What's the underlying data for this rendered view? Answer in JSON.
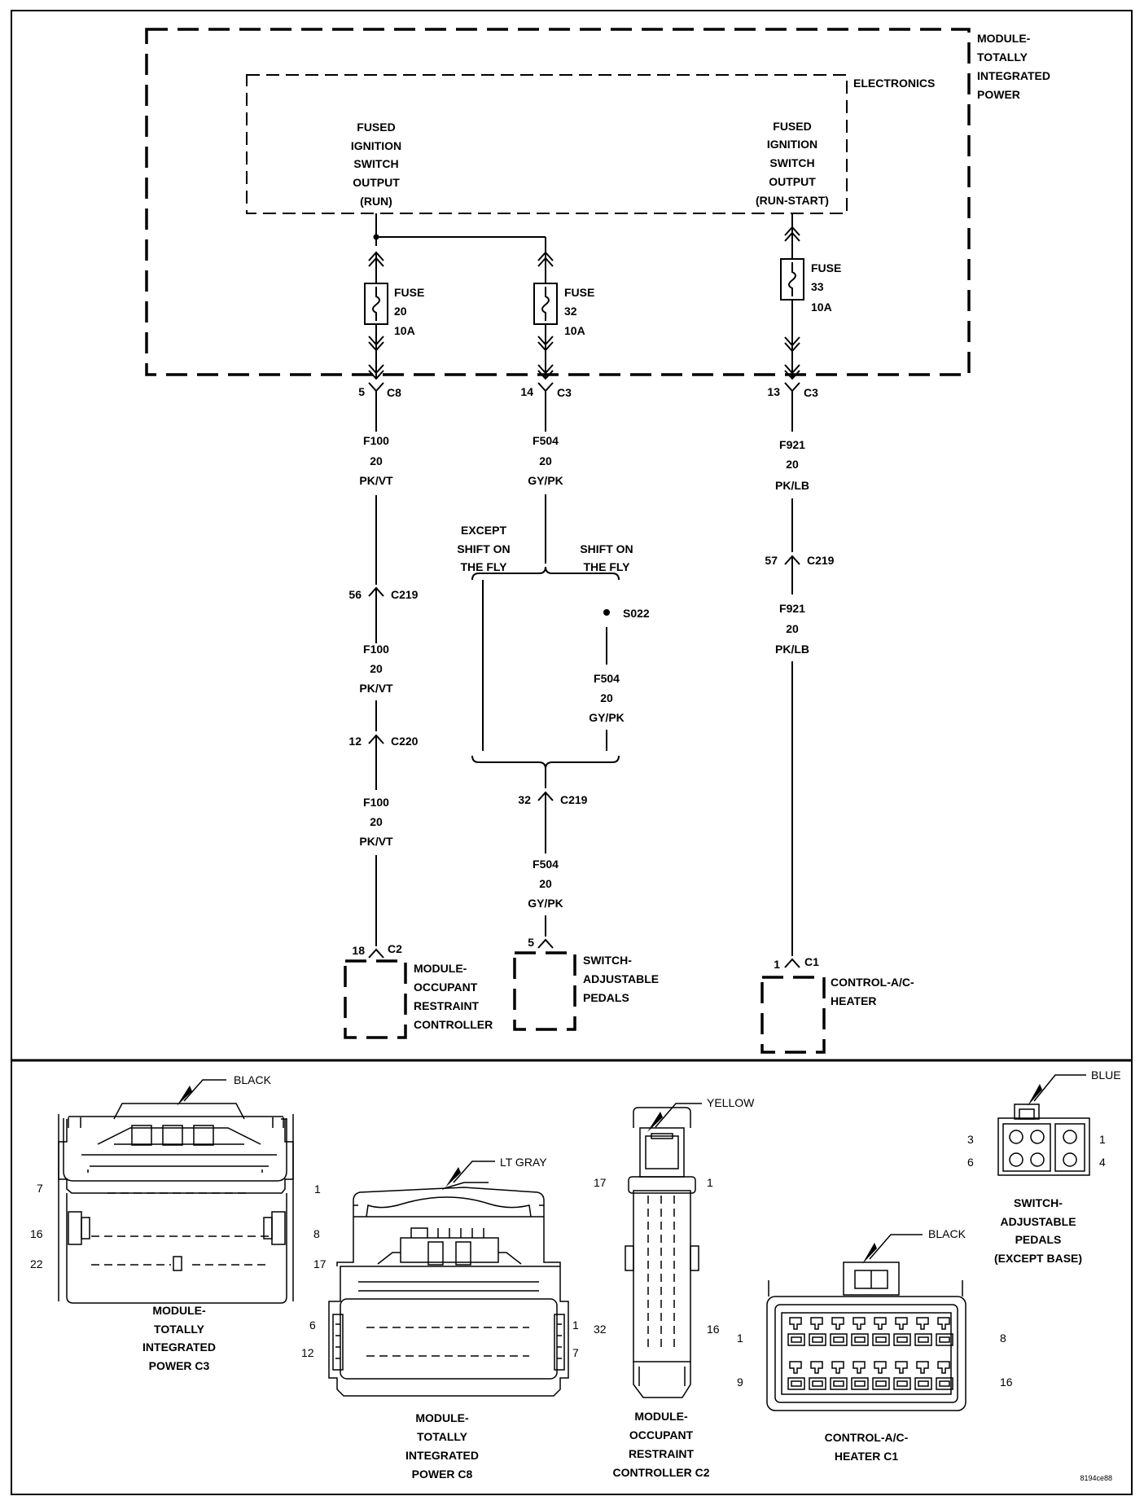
{
  "schematic": {
    "module_tip": {
      "line1": "MODULE-",
      "line2": "TOTALLY",
      "line3": "INTEGRATED",
      "line4": "POWER"
    },
    "electronics": "ELECTRONICS",
    "output_run": {
      "l1": "FUSED",
      "l2": "IGNITION",
      "l3": "SWITCH",
      "l4": "OUTPUT",
      "l5": "(RUN)"
    },
    "output_runstart": {
      "l1": "FUSED",
      "l2": "IGNITION",
      "l3": "SWITCH",
      "l4": "OUTPUT",
      "l5": "(RUN-START)"
    },
    "fuse20": {
      "label": "FUSE",
      "num": "20",
      "amp": "10A"
    },
    "fuse32": {
      "label": "FUSE",
      "num": "32",
      "amp": "10A"
    },
    "fuse33": {
      "label": "FUSE",
      "num": "33",
      "amp": "10A"
    },
    "conn_c8": {
      "pin": "5",
      "name": "C8"
    },
    "conn_c3a": {
      "pin": "14",
      "name": "C3"
    },
    "conn_c3b": {
      "pin": "13",
      "name": "C3"
    },
    "wire_f100_a": {
      "circuit": "F100",
      "gauge": "20",
      "color": "PK/VT"
    },
    "wire_f504_a": {
      "circuit": "F504",
      "gauge": "20",
      "color": "GY/PK"
    },
    "wire_f921_a": {
      "circuit": "F921",
      "gauge": "20",
      "color": "PK/LB"
    },
    "except_sotf": {
      "l1": "EXCEPT",
      "l2": "SHIFT ON",
      "l3": "THE FLY"
    },
    "sotf": {
      "l1": "SHIFT ON",
      "l2": "THE FLY"
    },
    "splice": "S022",
    "conn_c219_a": {
      "pin": "56",
      "name": "C219"
    },
    "conn_c219_b": {
      "pin": "57",
      "name": "C219"
    },
    "wire_f100_b": {
      "circuit": "F100",
      "gauge": "20",
      "color": "PK/VT"
    },
    "wire_f504_b": {
      "circuit": "F504",
      "gauge": "20",
      "color": "GY/PK"
    },
    "wire_f921_b": {
      "circuit": "F921",
      "gauge": "20",
      "color": "PK/LB"
    },
    "conn_c220": {
      "pin": "12",
      "name": "C220"
    },
    "conn_c219_c": {
      "pin": "32",
      "name": "C219"
    },
    "wire_f100_c": {
      "circuit": "F100",
      "gauge": "20",
      "color": "PK/VT"
    },
    "wire_f504_c": {
      "circuit": "F504",
      "gauge": "20",
      "color": "GY/PK"
    },
    "conn_c2": {
      "pin": "18",
      "name": "C2"
    },
    "conn_pedal": {
      "pin": "5"
    },
    "conn_c1": {
      "pin": "1",
      "name": "C1"
    },
    "dest_orc": {
      "l1": "MODULE-",
      "l2": "OCCUPANT",
      "l3": "RESTRAINT",
      "l4": "CONTROLLER"
    },
    "dest_pedals": {
      "l1": "SWITCH-",
      "l2": "ADJUSTABLE",
      "l3": "PEDALS"
    },
    "dest_hvac": {
      "l1": "CONTROL-A/C-",
      "l2": "HEATER"
    }
  },
  "connectors": {
    "tipm_c3": {
      "color": "BLACK",
      "pins": [
        "7",
        "1",
        "16",
        "8",
        "22",
        "17"
      ],
      "name": {
        "l1": "MODULE-",
        "l2": "TOTALLY",
        "l3": "INTEGRATED",
        "l4": "POWER C3"
      }
    },
    "tipm_c8": {
      "color": "LT GRAY",
      "pins": [
        "6",
        "1",
        "12",
        "7"
      ],
      "name": {
        "l1": "MODULE-",
        "l2": "TOTALLY",
        "l3": "INTEGRATED",
        "l4": "POWER C8"
      }
    },
    "orc_c2": {
      "color": "YELLOW",
      "pins": [
        "17",
        "1",
        "32",
        "16"
      ],
      "name": {
        "l1": "MODULE-",
        "l2": "OCCUPANT",
        "l3": "RESTRAINT",
        "l4": "CONTROLLER C2"
      }
    },
    "pedals": {
      "color": "BLUE",
      "pins": [
        "3",
        "1",
        "6",
        "4"
      ],
      "name": {
        "l1": "SWITCH-",
        "l2": "ADJUSTABLE",
        "l3": "PEDALS",
        "l4": "(EXCEPT BASE)"
      }
    },
    "hvac_c1": {
      "color": "BLACK",
      "pins": [
        "1",
        "8",
        "9",
        "16"
      ],
      "name": {
        "l1": "CONTROL-A/C-",
        "l2": "HEATER C1"
      }
    }
  },
  "figure_id": "8194ce88"
}
